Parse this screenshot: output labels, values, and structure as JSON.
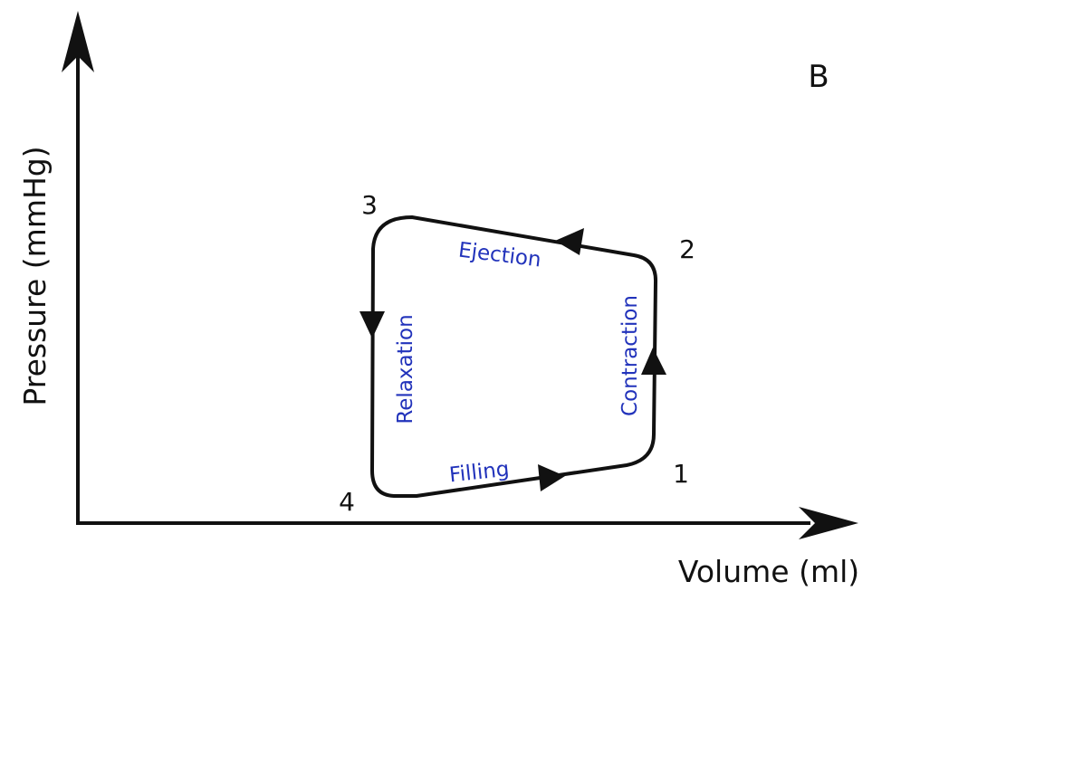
{
  "panel_label": "B",
  "axes": {
    "y_label": "Pressure (mmHg)",
    "x_label": "Volume (ml)"
  },
  "points": {
    "p1": "1",
    "p2": "2",
    "p3": "3",
    "p4": "4"
  },
  "phases": {
    "ejection": "Ejection",
    "contraction": "Contraction",
    "relaxation": "Relaxation",
    "filling": "Filling"
  },
  "colors": {
    "axis": "#111111",
    "loop": "#111111",
    "phase_label": "#2233bb"
  }
}
